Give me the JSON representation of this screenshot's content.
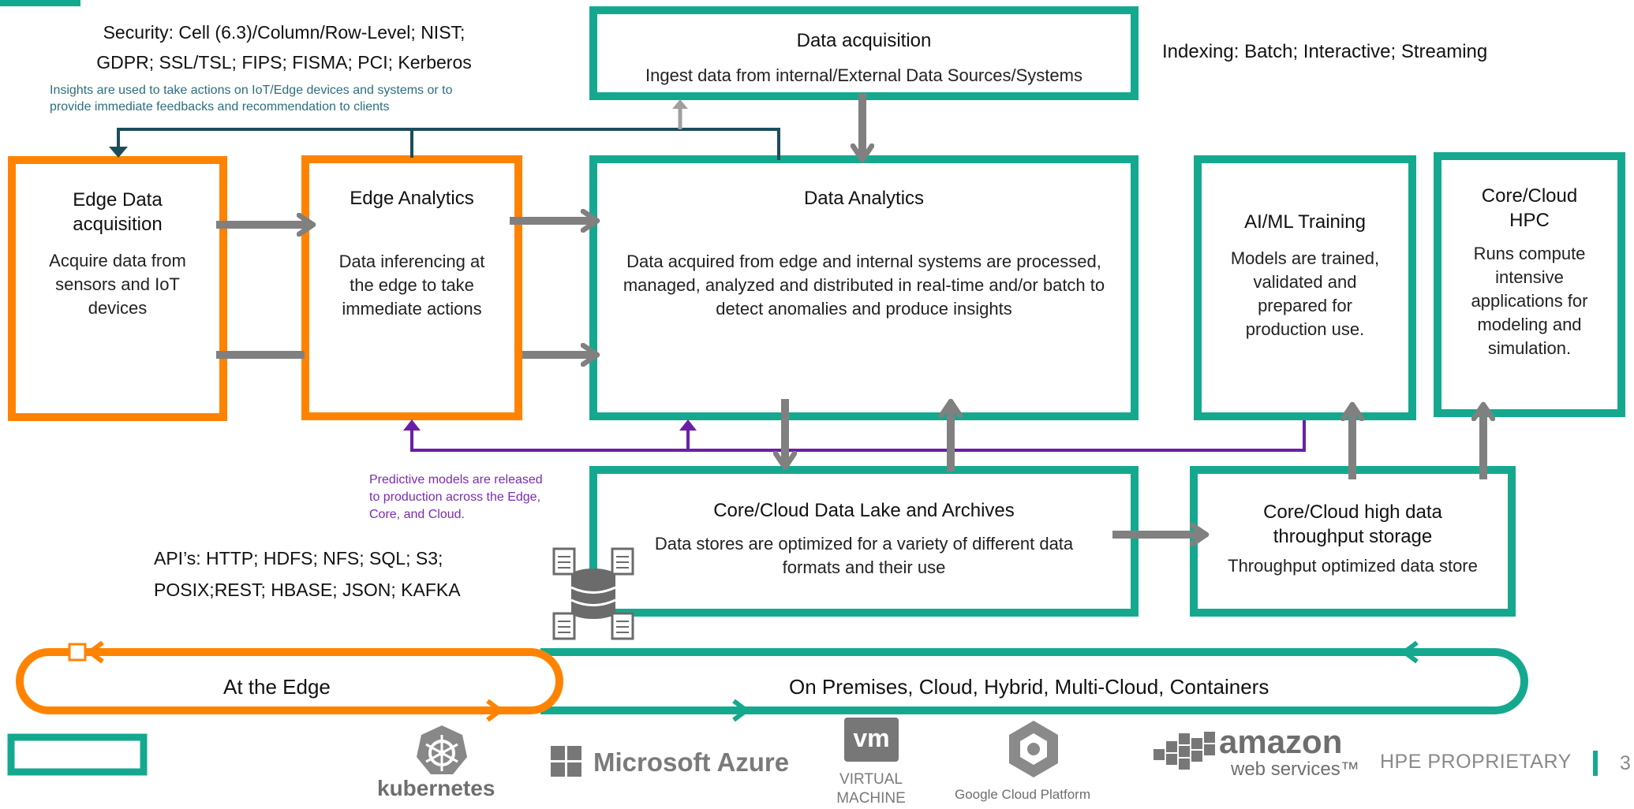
{
  "security": {
    "line1": "Security: Cell (6.3)/Column/Row-Level; NIST;",
    "line2": "GDPR; SSL/TSL; FIPS; FISMA; PCI; Kerberos"
  },
  "insights_note": {
    "line1": "Insights are used to take actions on IoT/Edge devices and systems or to",
    "line2": "provide immediate feedbacks and recommendation to clients"
  },
  "indexing": "Indexing: Batch; Interactive; Streaming",
  "boxes": {
    "data_acquisition": {
      "title": "Data acquisition",
      "text": "Ingest data from internal/External Data Sources/Systems"
    },
    "edge_acquisition": {
      "title": "Edge Data acquisition",
      "text": "Acquire data from sensors and IoT devices"
    },
    "edge_analytics": {
      "title": "Edge Analytics",
      "text": "Data inferencing at the edge to take immediate actions"
    },
    "data_analytics": {
      "title": "Data Analytics",
      "text": "Data acquired from edge and internal systems are processed, managed, analyzed and distributed in real-time and/or batch to detect anomalies and produce insights"
    },
    "aiml": {
      "title": "AI/ML Training",
      "text": "Models are trained, validated and prepared for production use."
    },
    "hpc": {
      "title": "Core/Cloud HPC",
      "text": "Runs compute intensive applications for modeling and simulation."
    },
    "data_lake": {
      "title": "Core/Cloud Data Lake and Archives",
      "text": "Data stores are optimized for a variety of different data formats and their use"
    },
    "throughput": {
      "title": "Core/Cloud high data throughput storage",
      "text": "Throughput optimized data store"
    }
  },
  "predictive_note": {
    "line1": "Predictive models are released",
    "line2": "to production across the Edge,",
    "line3": "Core, and Cloud."
  },
  "apis": {
    "line1": "API’s: HTTP; HDFS; NFS; SQL; S3;",
    "line2": "POSIX;REST; HBASE; JSON; KAFKA"
  },
  "bands": {
    "edge": "At the Edge",
    "cloud": "On Premises, Cloud, Hybrid, Multi-Cloud, Containers"
  },
  "logos": {
    "kubernetes": "kubernetes",
    "azure": "Microsoft Azure",
    "vm_badge": "vm",
    "vm_line1": "VIRTUAL",
    "vm_line2": "MACHINE",
    "gcp": "Google Cloud Platform",
    "aws_main": "amazon",
    "aws_sub": "web services™"
  },
  "footer": {
    "proprietary": "HPE PROPRIETARY",
    "page": "3"
  },
  "colors": {
    "teal": "#14a98f",
    "orange": "#ff8300",
    "gray_arrow": "#808080",
    "purple": "#6b1ea6",
    "dark_teal": "#1b4d5a"
  }
}
